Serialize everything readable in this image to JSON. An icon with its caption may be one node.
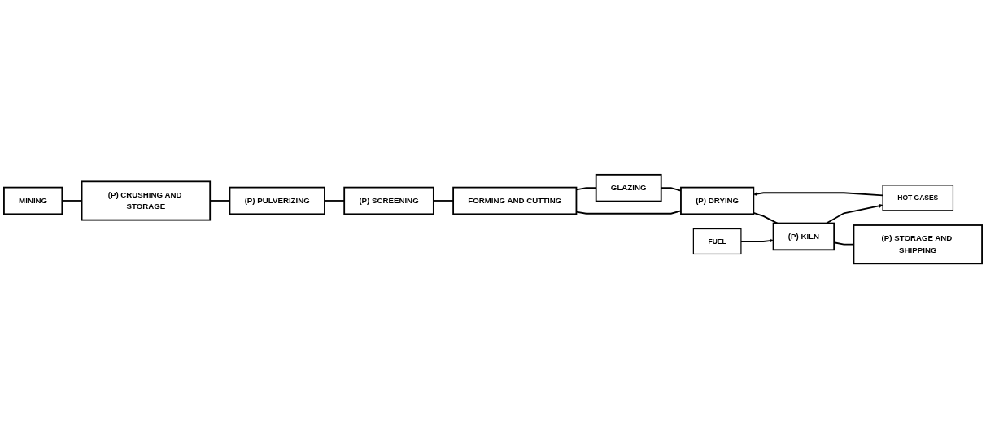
{
  "diagram": {
    "nodes": [
      {
        "text": [
          "MINING"
        ]
      },
      {
        "text": [
          "(P) CRUSHING AND STORAGE"
        ]
      },
      {
        "text": [
          "(P) PULVERIZING"
        ]
      },
      {
        "text": [
          "(P) SCREENING"
        ]
      },
      {
        "text": [
          "FORMING AND CUTTING"
        ]
      },
      {
        "text": [
          "GLAZING"
        ]
      },
      {
        "text": [
          "(P) DRYING"
        ]
      },
      {
        "text": [
          "HOT GASES"
        ]
      },
      {
        "text": [
          "FUEL"
        ]
      },
      {
        "text": [
          "(P) KILN"
        ]
      },
      {
        "text": [
          "(P) STORAGE AND SHIPPING"
        ]
      }
    ],
    "edges": [
      {
        "from": 0,
        "to": 1,
        "arrow": "none"
      },
      {
        "from": 1,
        "to": 2,
        "arrow": "none"
      },
      {
        "from": 2,
        "to": 3,
        "arrow": "none"
      },
      {
        "from": 3,
        "to": 4,
        "arrow": "none"
      },
      {
        "from": 4,
        "to": 5,
        "arrow": "none"
      },
      {
        "from": 4,
        "to": 6,
        "arrow": "none"
      },
      {
        "from": 5,
        "to": 6,
        "arrow": "none"
      },
      {
        "from": 8,
        "to": 9,
        "arrow": "to"
      },
      {
        "from": 9,
        "to": 7,
        "arrow": "to"
      },
      {
        "from": 7,
        "to": 6,
        "arrow": "to"
      },
      {
        "from": 6,
        "to": 9,
        "arrow": "none"
      },
      {
        "from": 9,
        "to": 10,
        "arrow": "none"
      }
    ]
  }
}
